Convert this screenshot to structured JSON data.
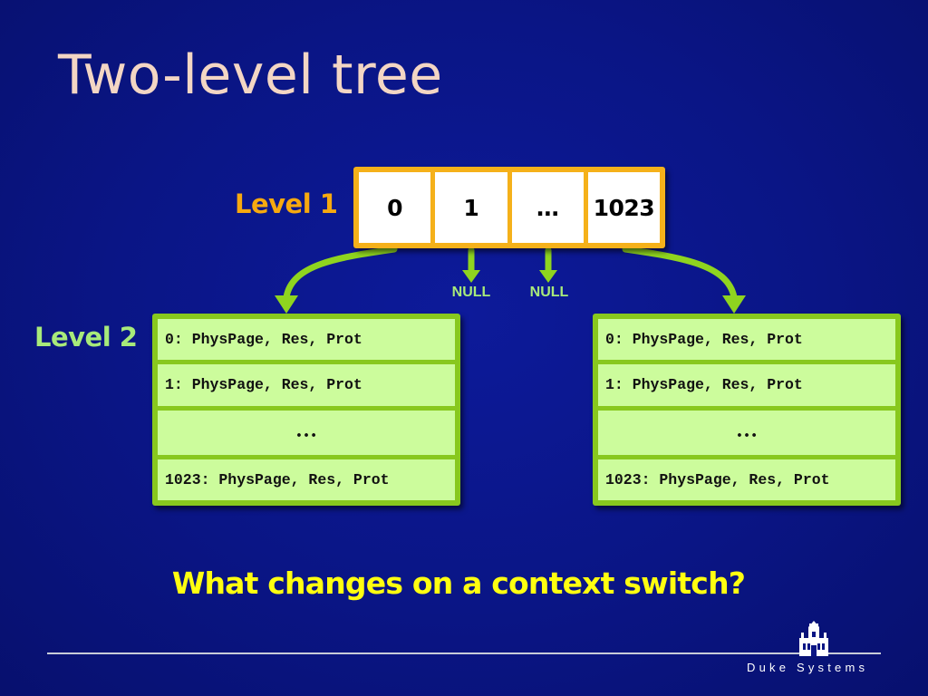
{
  "slide": {
    "title": "Two-level tree",
    "level1_label": "Level 1",
    "level2_label": "Level 2",
    "level1_cells": [
      "0",
      "1",
      "…",
      "1023"
    ],
    "null_labels": [
      "NULL",
      "NULL"
    ],
    "level2_tables": [
      {
        "rows": [
          "0: PhysPage, Res, Prot",
          "1: PhysPage, Res, Prot",
          "…",
          "1023: PhysPage, Res, Prot"
        ]
      },
      {
        "rows": [
          "0: PhysPage, Res, Prot",
          "1: PhysPage, Res, Prot",
          "…",
          "1023: PhysPage, Res, Prot"
        ]
      }
    ],
    "question": "What changes on a context switch?"
  },
  "footer": {
    "brand": "Duke Systems",
    "logo_icon": "duke-chapel-icon"
  },
  "colors": {
    "background": "#0a1585",
    "title": "#f3d6c4",
    "level1_label": "#f7a90f",
    "level2_label": "#a8ea7a",
    "level1_frame": "#f5b11a",
    "level2_frame": "#88c81e",
    "level2_cell": "#ccfc9c",
    "arrow": "#88c81e",
    "question": "#ffff10"
  }
}
